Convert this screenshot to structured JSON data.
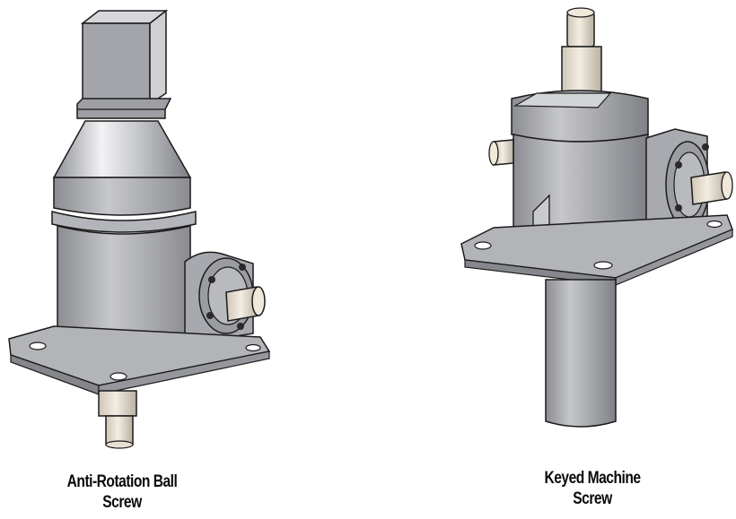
{
  "colors": {
    "metal_light": "#d9dadd",
    "metal_mid": "#a9abb0",
    "metal_dark": "#6b6d72",
    "outline": "#1b1b1b",
    "shaft": "#e8e0d2"
  },
  "captions": {
    "left": {
      "line1": "Anti-Rotation Ball",
      "line2": "Screw"
    },
    "right": {
      "line1": "Keyed Machine",
      "line2": "Screw"
    }
  },
  "icons": {
    "left": "ball-screw-jack-illustration",
    "right": "machine-screw-jack-illustration"
  }
}
